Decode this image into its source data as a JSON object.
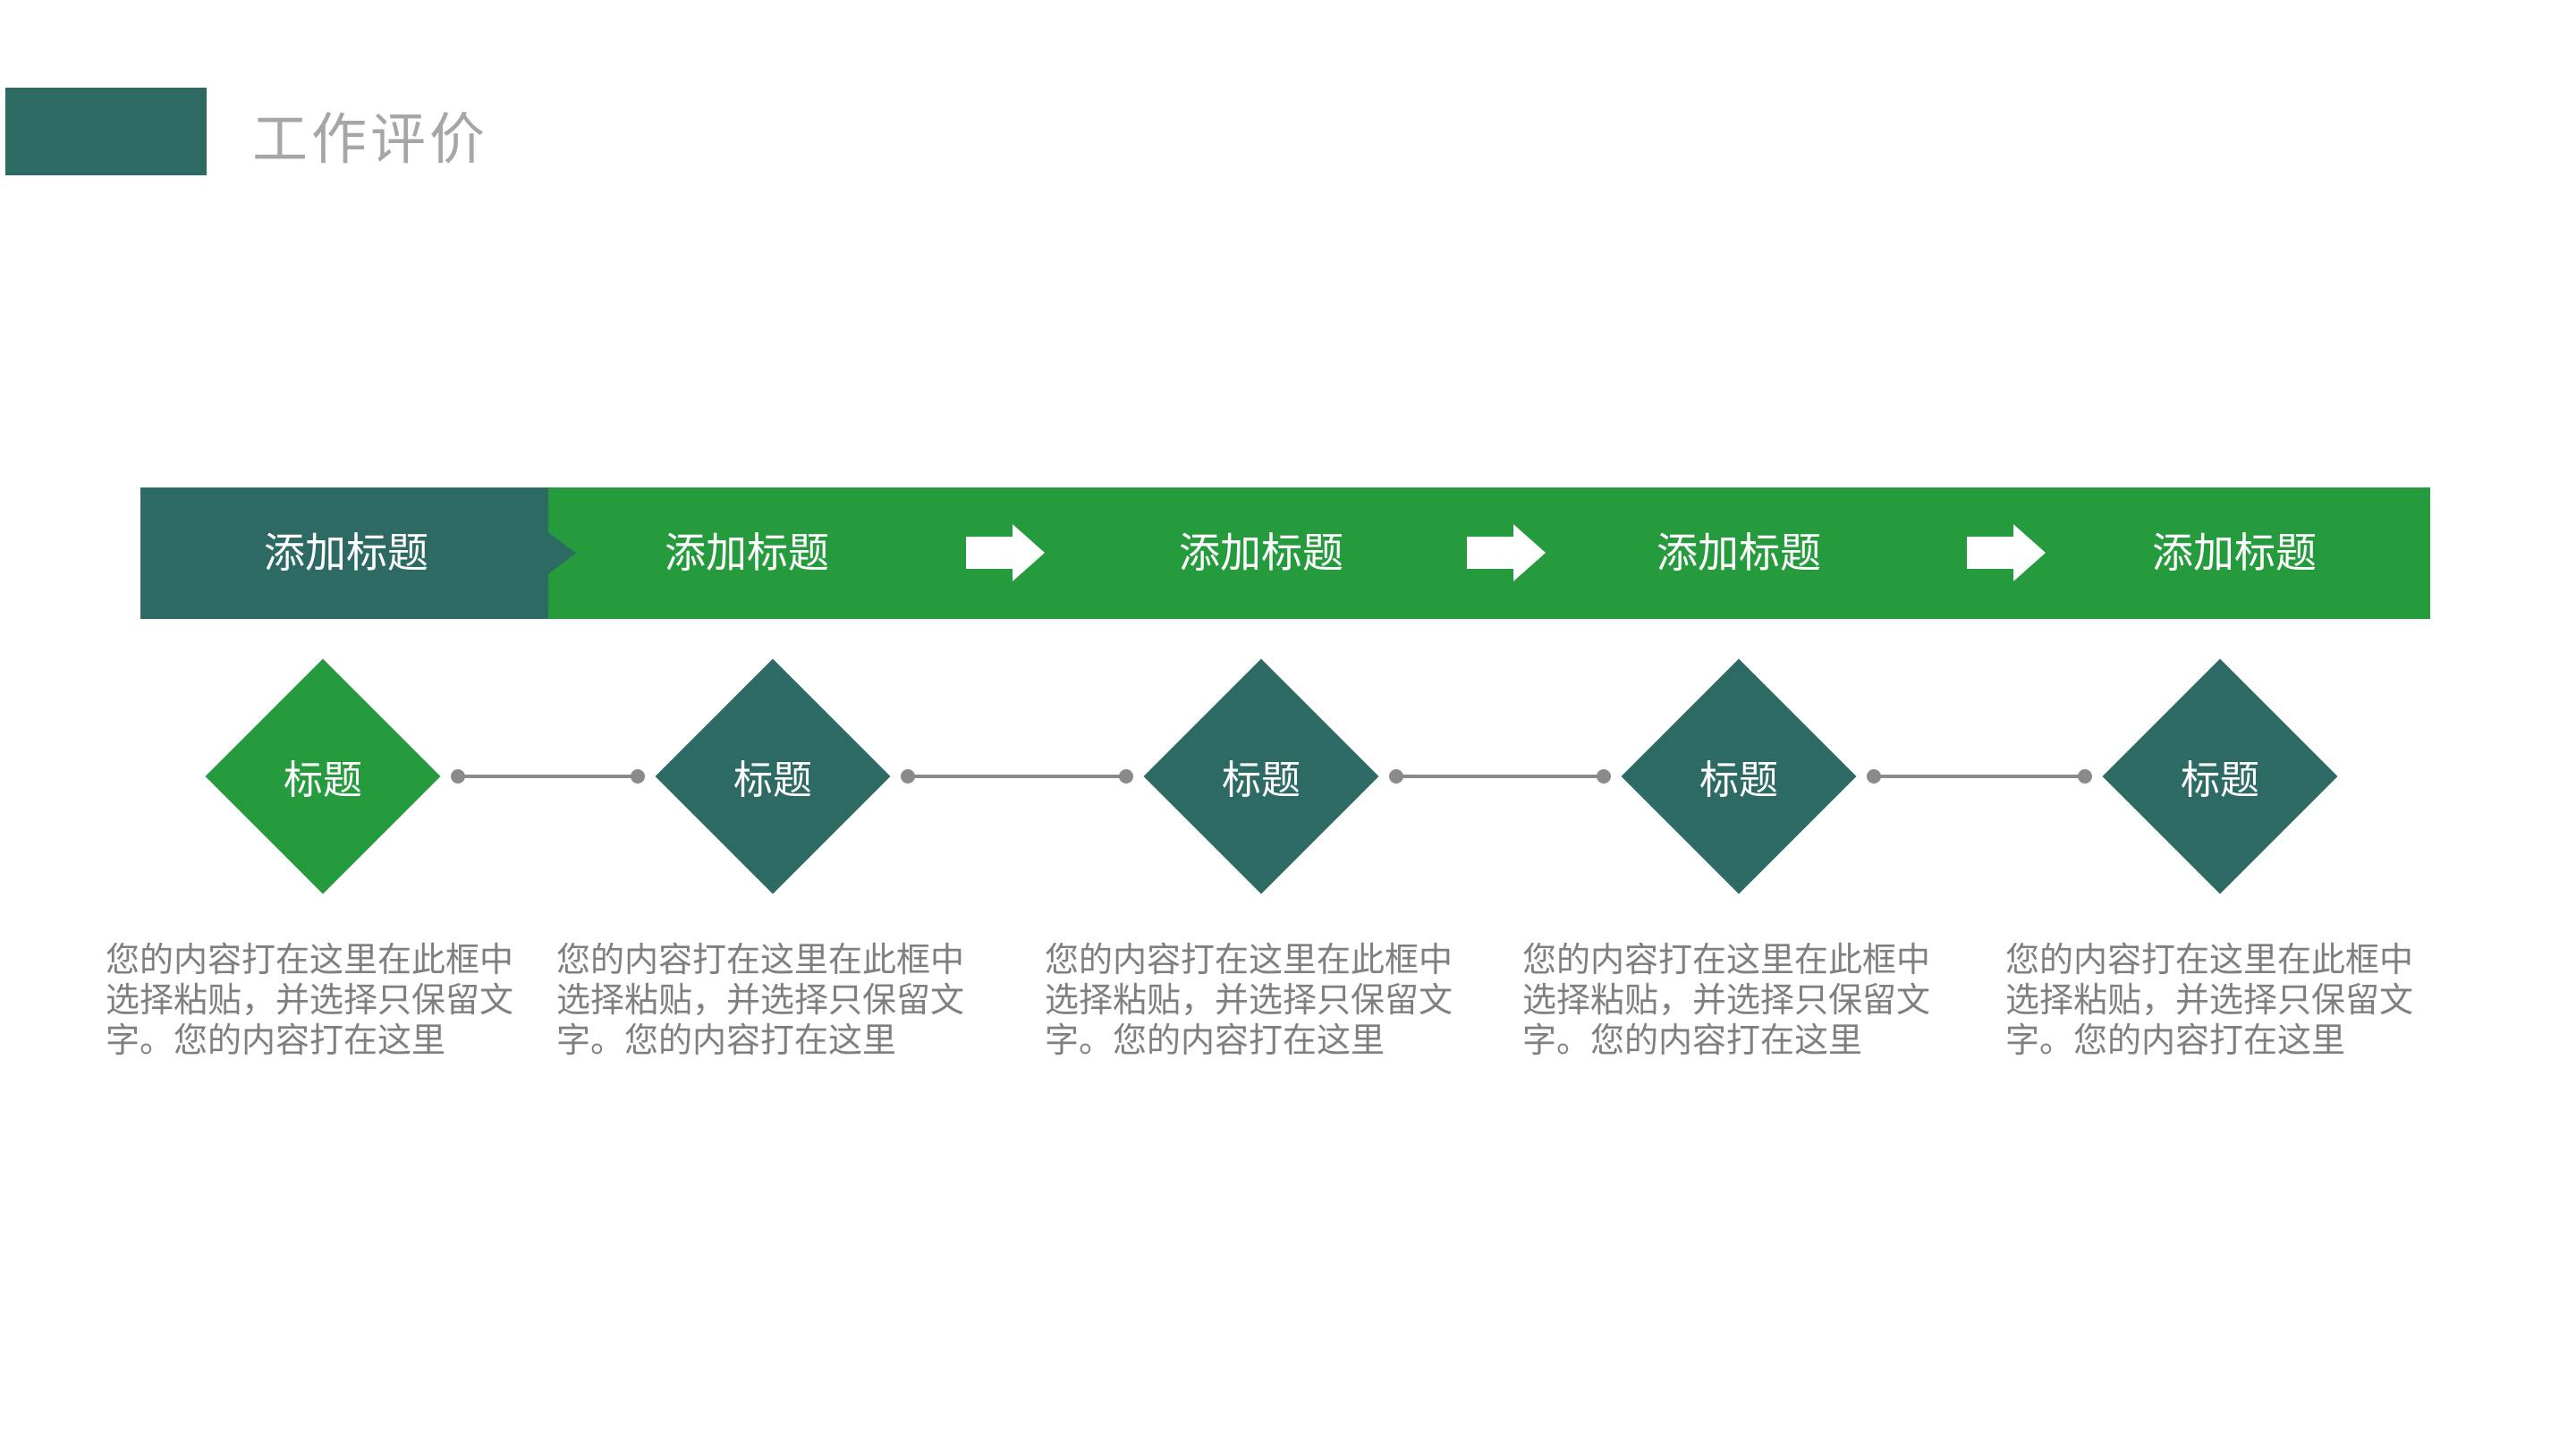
{
  "page_title": "工作评价",
  "colors": {
    "teal": "#2C6A63",
    "green": "#259B3D",
    "title_gray": "#A6A6A6",
    "body_gray": "#7F7F7F",
    "connector_gray": "#8A8A8A",
    "bar_text": "#FFFFFF"
  },
  "icons": {
    "arrow": "right-arrow"
  },
  "steps": [
    {
      "bar_label": "添加标题",
      "diamond_label": "标题",
      "body": [
        "您的内容打在这里在此框中",
        "选择粘贴，并选择只保留文",
        "字。您的内容打在这里"
      ]
    },
    {
      "bar_label": "添加标题",
      "diamond_label": "标题",
      "body": [
        "您的内容打在这里在此框中",
        "选择粘贴，并选择只保留文",
        "字。您的内容打在这里"
      ]
    },
    {
      "bar_label": "添加标题",
      "diamond_label": "标题",
      "body": [
        "您的内容打在这里在此框中",
        "选择粘贴，并选择只保留文",
        "字。您的内容打在这里"
      ]
    },
    {
      "bar_label": "添加标题",
      "diamond_label": "标题",
      "body": [
        "您的内容打在这里在此框中",
        "选择粘贴，并选择只保留文",
        "字。您的内容打在这里"
      ]
    },
    {
      "bar_label": "添加标题",
      "diamond_label": "标题",
      "body": [
        "您的内容打在这里在此框中",
        "选择粘贴，并选择只保留文",
        "字。您的内容打在这里"
      ]
    }
  ]
}
